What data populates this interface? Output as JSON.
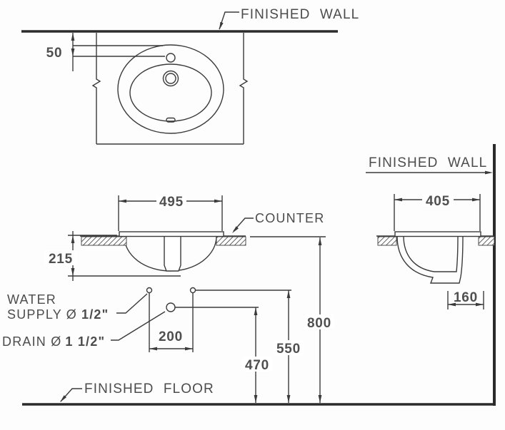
{
  "labels": {
    "finished_wall_top": "FINISHED WALL",
    "finished_wall_side": "FINISHED WALL",
    "counter": "COUNTER",
    "finished_floor": "FINISHED FLOOR",
    "water_line1": "WATER",
    "water_line2": "SUPPLY Ø",
    "water_size": "1/2\"",
    "drain_label": "DRAIN Ø",
    "drain_size": "1 1/2\""
  },
  "dimensions": {
    "faucet_to_wall": "50",
    "basin_width": "495",
    "basin_depth": "215",
    "supply_spacing": "200",
    "drain_height": "470",
    "supply_height": "550",
    "counter_height": "800",
    "basin_side_width": "405",
    "drain_wall_offset": "160"
  },
  "colors": {
    "line": "#3b3b3b",
    "wall": "#2b2b2b",
    "text": "#4c4c4c",
    "background": "#ffffff"
  }
}
